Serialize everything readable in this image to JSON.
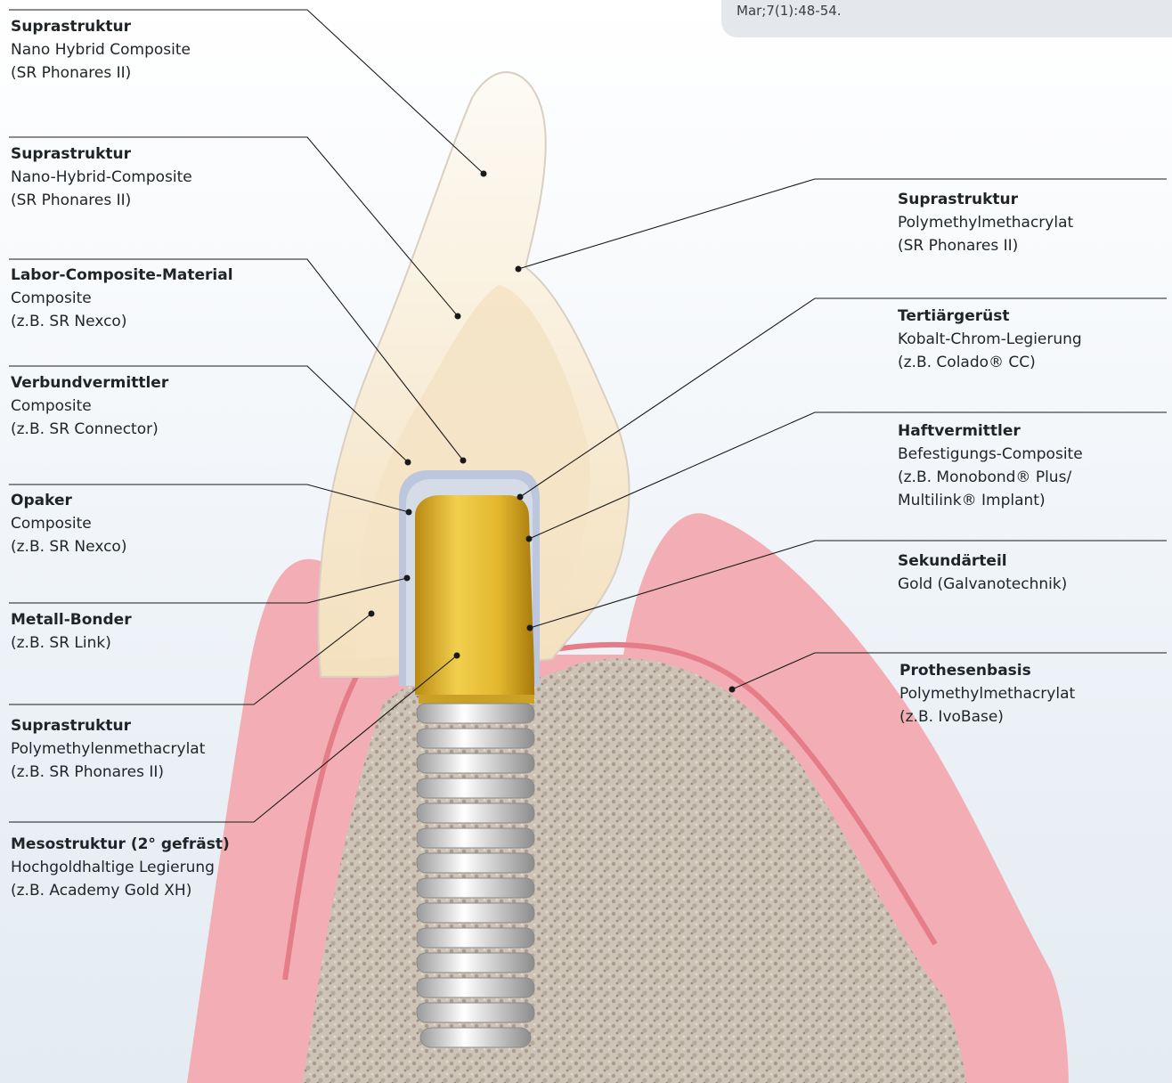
{
  "citation": "Mar;7(1):48-54.",
  "labels": [
    {
      "id": "suprastruktur-1",
      "title": "Suprastruktur",
      "lines": [
        "Nano Hybrid Composite",
        "(SR Phonares II)"
      ]
    },
    {
      "id": "suprastruktur-2",
      "title": "Suprastruktur",
      "lines": [
        "Nano-Hybrid-Composite",
        "(SR Phonares II)"
      ]
    },
    {
      "id": "labor-composite-material",
      "title": "Labor-Composite-Material",
      "lines": [
        "Composite",
        "(z.B. SR Nexco)"
      ]
    },
    {
      "id": "verbundvermittler",
      "title": "Verbundvermittler",
      "lines": [
        "Composite",
        "(z.B. SR Connector)"
      ]
    },
    {
      "id": "opaker",
      "title": "Opaker",
      "lines": [
        "Composite",
        "(z.B. SR Nexco)"
      ]
    },
    {
      "id": "metall-bonder",
      "title": "Metall-Bonder",
      "lines": [
        "(z.B. SR Link)"
      ]
    },
    {
      "id": "suprastruktur-3",
      "title": "Suprastruktur",
      "lines": [
        "Polymethylenmethacrylat",
        "(z.B. SR Phonares II)"
      ]
    },
    {
      "id": "mesostruktur",
      "title": "Mesostruktur (2° gefräst)",
      "lines": [
        "Hochgoldhaltige Legierung",
        "(z.B. Academy Gold XH)"
      ]
    },
    {
      "id": "suprastruktur-4",
      "title": "Suprastruktur",
      "lines": [
        "Polymethylmethacrylat",
        "(SR Phonares II)"
      ]
    },
    {
      "id": "tertiaergeruest",
      "title": "Tertiärgerüst",
      "lines": [
        "Kobalt-Chrom-Legierung",
        "(z.B. Colado® CC)"
      ]
    },
    {
      "id": "haftvermittler",
      "title": "Haftvermittler",
      "lines": [
        "Befestigungs-Composite",
        "(z.B. Monobond® Plus/",
        "Multilink® Implant)"
      ]
    },
    {
      "id": "sekundaerteil",
      "title": "Sekundärteil",
      "lines": [
        "Gold (Galvanotechnik)"
      ]
    },
    {
      "id": "prothesenbasis",
      "title": "Prothesenbasis",
      "lines": [
        "Polymethylmethacrylat",
        "(z.B. IvoBase)"
      ]
    }
  ],
  "colors": {
    "gingiva": "#f2aeb4",
    "gingiva_line": "#e57d89",
    "enamel": "#fbf3e6",
    "dentin": "#f6e6c8",
    "gold": "#e2b72d",
    "bone": "#c7bcb0",
    "implant": "#f2f2f2",
    "leader": "#1a1a1a"
  }
}
